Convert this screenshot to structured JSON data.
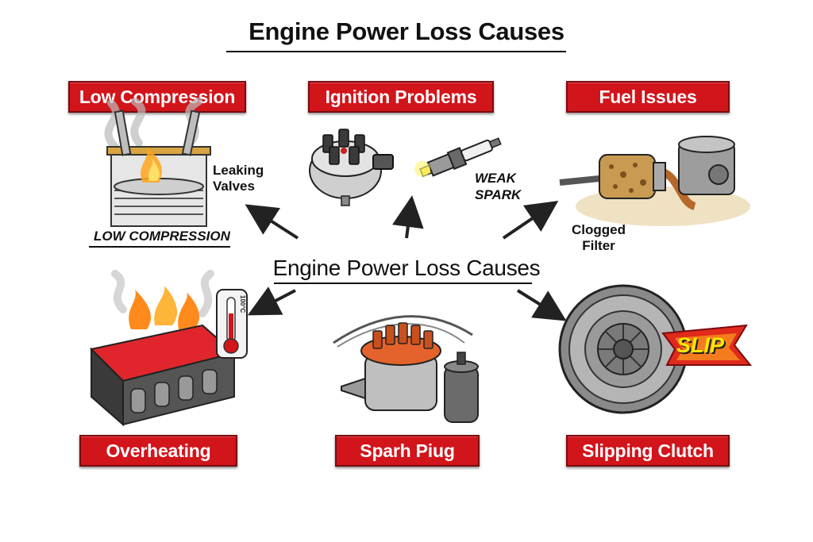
{
  "title": "Engine Power Loss Causes",
  "center_title": "Engine Power Loss Causes",
  "causes": [
    {
      "label": "Low Compression",
      "annotations": [
        "Leaking",
        "Valves"
      ],
      "caption": "LOW COMPRESSION",
      "icon": "piston-cylinder-icon"
    },
    {
      "label": "Ignition Problems",
      "annotations": [
        "WEAK",
        "SPARK"
      ],
      "icon": "distributor-cap-icon"
    },
    {
      "label": "Fuel Issues",
      "annotations": [
        "Clogged",
        "Filter"
      ],
      "icon": "fuel-filter-icon"
    },
    {
      "label": "Overheating",
      "annotations": [
        "100°C"
      ],
      "icon": "engine-thermometer-icon"
    },
    {
      "label": "Sparh Piug",
      "annotations": [],
      "icon": "distributor-coil-icon"
    },
    {
      "label": "Slipping Clutch",
      "annotations": [
        "SLIP"
      ],
      "icon": "clutch-plate-icon"
    }
  ],
  "colors": {
    "label_red": "#d2141b",
    "arrow": "#222222"
  }
}
